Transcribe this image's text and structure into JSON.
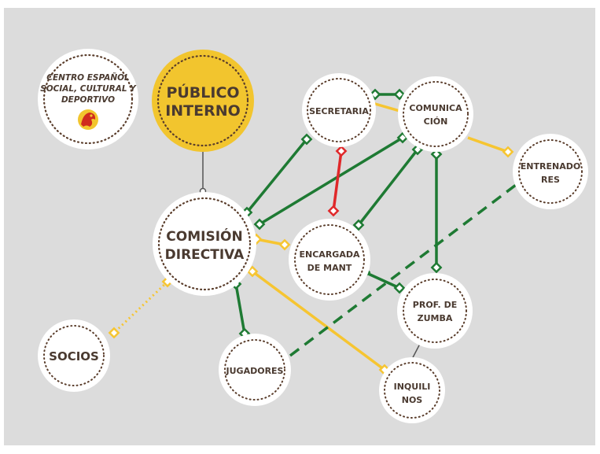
{
  "colors": {
    "background": "#dcdcdc",
    "node_fill": "#ffffff",
    "node_border": "#5a3d2b",
    "highlight_fill": "#f2c52e",
    "text": "#4a3a30",
    "green": "#1e7a33",
    "yellow": "#f6c531",
    "red": "#e0282a",
    "gray": "#555555"
  },
  "nodes": [
    {
      "id": "logo",
      "lines": [
        "CENTRO ESPAÑOL",
        "SOCIAL, CULTURAL Y",
        "DEPORTIVO"
      ],
      "style": "logo"
    },
    {
      "id": "publico",
      "lines": [
        "PÚBLICO",
        "INTERNO"
      ],
      "style": "highlight"
    },
    {
      "id": "secretaria",
      "lines": [
        "SECRETARIA"
      ],
      "style": "normal"
    },
    {
      "id": "comunicacion",
      "lines": [
        "COMUNICA",
        "CIÓN"
      ],
      "style": "normal"
    },
    {
      "id": "entrenadores",
      "lines": [
        "ENTRENADO",
        "RES"
      ],
      "style": "normal"
    },
    {
      "id": "comision",
      "lines": [
        "COMISIÓN",
        "DIRECTIVA"
      ],
      "style": "large"
    },
    {
      "id": "encargada",
      "lines": [
        "ENCARGADA",
        "DE MANT"
      ],
      "style": "normal"
    },
    {
      "id": "zumba",
      "lines": [
        "PROF. DE",
        "ZUMBA"
      ],
      "style": "normal"
    },
    {
      "id": "socios",
      "lines": [
        "SOCIOS"
      ],
      "style": "large"
    },
    {
      "id": "jugadores",
      "lines": [
        "JUGADORES"
      ],
      "style": "normal"
    },
    {
      "id": "inquilinos",
      "lines": [
        "INQUILI",
        "NOS"
      ],
      "style": "normal"
    }
  ],
  "connections": [
    {
      "from": "publico",
      "to": "comision",
      "type": "gray-solid"
    },
    {
      "from": "comision",
      "to": "secretaria",
      "type": "green-solid"
    },
    {
      "from": "comision",
      "to": "comunicacion",
      "type": "green-solid"
    },
    {
      "from": "encargada",
      "to": "comunicacion",
      "type": "green-solid"
    },
    {
      "from": "secretaria",
      "to": "comunicacion",
      "type": "green-solid"
    },
    {
      "from": "comunicacion",
      "to": "zumba",
      "type": "green-solid"
    },
    {
      "from": "encargada",
      "to": "zumba",
      "type": "green-solid"
    },
    {
      "from": "comision",
      "to": "jugadores",
      "type": "green-solid"
    },
    {
      "from": "secretaria",
      "to": "encargada",
      "type": "red-solid"
    },
    {
      "from": "secretaria",
      "to": "comunicacion",
      "type": "yellow-solid"
    },
    {
      "from": "comunicacion",
      "to": "entrenadores",
      "type": "yellow-solid"
    },
    {
      "from": "comision",
      "to": "encargada",
      "type": "yellow-solid"
    },
    {
      "from": "comision",
      "to": "inquilinos",
      "type": "yellow-solid"
    },
    {
      "from": "comision",
      "to": "socios",
      "type": "yellow-dotted"
    },
    {
      "from": "jugadores",
      "to": "entrenadores",
      "type": "green-dashed"
    },
    {
      "from": "zumba",
      "to": "inquilinos",
      "type": "gray-solid"
    }
  ]
}
